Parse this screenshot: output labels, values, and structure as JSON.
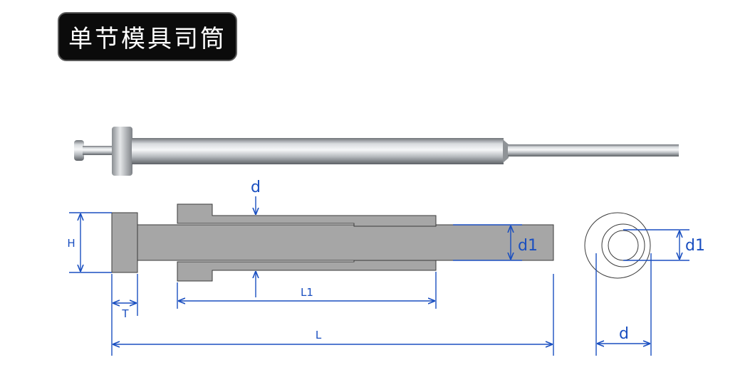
{
  "title": "单节模具司筒",
  "labels": {
    "d_top": "d",
    "d1_side": "d1",
    "d1_circle": "d1",
    "d_bottom": "d",
    "H": "H",
    "T": "T",
    "L1": "L1",
    "L": "L"
  },
  "colors": {
    "dimension": "#1a4fc0",
    "part_fill": "#a6a6a6",
    "part_stroke": "#3a3a3a",
    "title_bg": "#0b0b0b"
  }
}
